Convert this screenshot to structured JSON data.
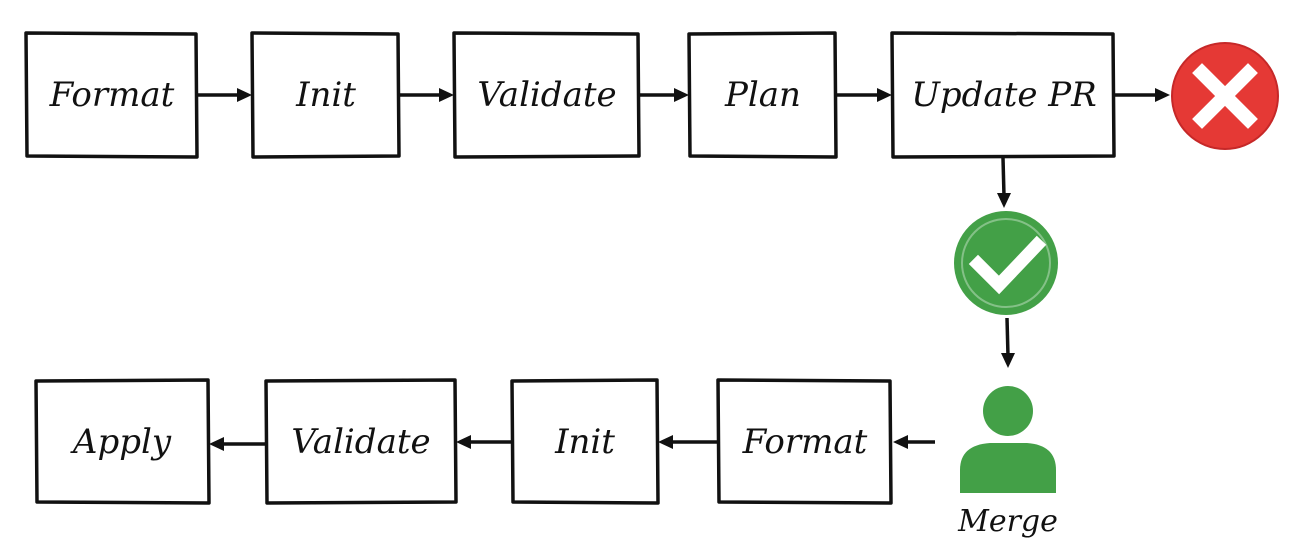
{
  "top_row": [
    {
      "id": "format",
      "label": "Format"
    },
    {
      "id": "init",
      "label": "Init"
    },
    {
      "id": "validate",
      "label": "Validate"
    },
    {
      "id": "plan",
      "label": "Plan"
    },
    {
      "id": "update-pr",
      "label": "Update PR"
    }
  ],
  "bottom_row": [
    {
      "id": "format",
      "label": "Format"
    },
    {
      "id": "init",
      "label": "Init"
    },
    {
      "id": "validate",
      "label": "Validate"
    },
    {
      "id": "apply",
      "label": "Apply"
    }
  ],
  "fail_icon": {
    "name": "close-icon",
    "color": "#e53935"
  },
  "pass_icon": {
    "name": "check-icon",
    "color": "#43a047"
  },
  "merge": {
    "icon": "user-icon",
    "label": "Merge",
    "color": "#43a047"
  }
}
